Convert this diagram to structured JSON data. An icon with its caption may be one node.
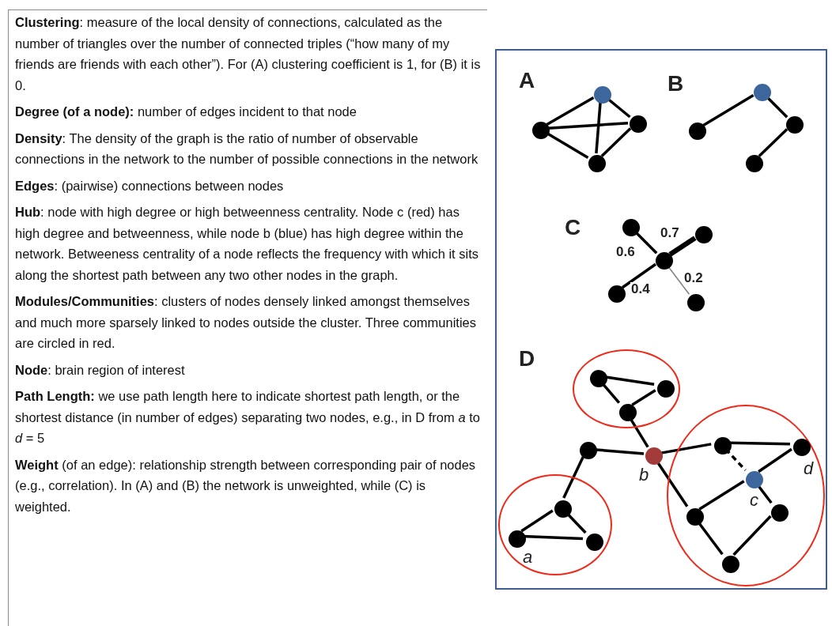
{
  "diagram": {
    "nodes": [
      {
        "text": [
          "**Clustering**: measure of the local density of connections, calculated as the number of triangles over the number of connected triples (“how many of my friends are friends with each other”). For (A) clustering coefficient is 1, for (B) it is 0.",
          "**Degree (of a node):** number of edges incident to that node",
          "**Density**: The density of the graph is the ratio of number of observable connections in the network to the number of possible connections in the network",
          "**Edges**: (pairwise) connections between nodes",
          "**Hub**: node with high degree or high betweenness centrality. Node c (red) has high degree and betweenness, while node b (blue) has high degree within the network. Betweeness centrality of a node reflects the frequency with which it sits along the shortest path between any two other nodes in the graph.",
          "**Modules/Communities**: clusters of nodes densely linked amongst themselves and much more sparsely linked to nodes outside the cluster. Three communities are circled in red.",
          "**Node**: brain region of interest",
          "**Path Length:** we use path length here to indicate shortest path length, or the shortest distance (in number of edges) separating two nodes, e.g., in D from *a* to *d* = 5",
          "**Weight** (of an edge): relationship strength between corresponding pair of nodes (e.g., correlation). In (A) and (B) the network is unweighted, while (C) is weighted."
        ]
      },
      {
        "text": [
          "A",
          "B",
          "C",
          "D"
        ]
      },
      {
        "text": [],
        "shape": "circle",
        "in": 1
      },
      {
        "text": [],
        "shape": "circle",
        "in": 1
      },
      {
        "text": [],
        "shape": "circle",
        "in": 1
      },
      {
        "text": [],
        "shape": "circle",
        "in": 1
      },
      {
        "text": [],
        "shape": "circle",
        "in": 1
      },
      {
        "text": [],
        "shape": "circle",
        "in": 1
      },
      {
        "text": [],
        "shape": "circle",
        "in": 1
      },
      {
        "text": [],
        "shape": "circle",
        "in": 1
      },
      {
        "text": [],
        "shape": "circle",
        "in": 1
      },
      {
        "text": [],
        "shape": "circle",
        "in": 1
      },
      {
        "text": [],
        "shape": "circle",
        "in": 1
      },
      {
        "text": [],
        "shape": "circle",
        "in": 1
      },
      {
        "text": [],
        "shape": "circle",
        "in": 1
      },
      {
        "text": [],
        "shape": "ellipse",
        "in": 1
      },
      {
        "text": [],
        "shape": "circle",
        "in": 15
      },
      {
        "text": [],
        "shape": "circle",
        "in": 15
      },
      {
        "text": [],
        "shape": "circle",
        "in": 15
      },
      {
        "text": [],
        "shape": "circle",
        "in": 1
      },
      {
        "text": [],
        "shape": "circle",
        "in": 1,
        "beside": [
          "b"
        ]
      },
      {
        "text": [],
        "shape": "ellipse",
        "in": 1
      },
      {
        "text": [],
        "shape": "circle",
        "in": 21
      },
      {
        "text": [],
        "shape": "circle",
        "in": 21,
        "beside": [
          "d"
        ]
      },
      {
        "text": [],
        "shape": "circle",
        "in": 21,
        "beside": [
          "c"
        ]
      },
      {
        "text": [],
        "shape": "circle",
        "in": 21
      },
      {
        "text": [],
        "shape": "circle",
        "in": 21
      },
      {
        "text": [],
        "shape": "circle",
        "in": 21
      },
      {
        "text": [],
        "shape": "ellipse",
        "in": 1
      },
      {
        "text": [],
        "shape": "circle",
        "in": 28
      },
      {
        "text": [],
        "shape": "circle",
        "in": 28,
        "beside": [
          "a"
        ]
      },
      {
        "text": [],
        "shape": "circle",
        "in": 28
      }
    ],
    "edges": [
      {
        "from": 2,
        "to": 3,
        "arrow": "none"
      },
      {
        "from": 2,
        "to": 5,
        "arrow": "none"
      },
      {
        "from": 2,
        "to": 4,
        "arrow": "none"
      },
      {
        "from": 3,
        "to": 4,
        "arrow": "none"
      },
      {
        "from": 3,
        "to": 5,
        "arrow": "none"
      },
      {
        "from": 4,
        "to": 5,
        "arrow": "none"
      },
      {
        "from": 6,
        "to": 7,
        "arrow": "none"
      },
      {
        "from": 6,
        "to": 8,
        "arrow": "none"
      },
      {
        "from": 8,
        "to": 9,
        "arrow": "none"
      },
      {
        "from": 12,
        "to": 10,
        "arrow": "none",
        "label": "0.6"
      },
      {
        "from": 12,
        "to": 11,
        "arrow": "none",
        "label": "0.7",
        "style": "thick"
      },
      {
        "from": 12,
        "to": 13,
        "arrow": "none",
        "label": "0.4"
      },
      {
        "from": 12,
        "to": 14,
        "arrow": "none",
        "label": "0.2",
        "color": "#808080"
      },
      {
        "from": 16,
        "to": 17,
        "arrow": "none"
      },
      {
        "from": 16,
        "to": 18,
        "arrow": "none"
      },
      {
        "from": 17,
        "to": 18,
        "arrow": "none"
      },
      {
        "from": 18,
        "to": 20,
        "arrow": "none"
      },
      {
        "from": 19,
        "to": 20,
        "arrow": "none"
      },
      {
        "from": 19,
        "to": 29,
        "arrow": "none"
      },
      {
        "from": 29,
        "to": 30,
        "arrow": "none"
      },
      {
        "from": 29,
        "to": 31,
        "arrow": "none"
      },
      {
        "from": 30,
        "to": 31,
        "arrow": "none"
      },
      {
        "from": 20,
        "to": 22,
        "arrow": "none"
      },
      {
        "from": 22,
        "to": 23,
        "arrow": "none"
      },
      {
        "from": 22,
        "to": 24,
        "arrow": "none",
        "style": "dashed"
      },
      {
        "from": 23,
        "to": 24,
        "arrow": "none"
      },
      {
        "from": 24,
        "to": 25,
        "arrow": "none"
      },
      {
        "from": 24,
        "to": 26,
        "arrow": "none"
      },
      {
        "from": 20,
        "to": 25,
        "arrow": "none"
      },
      {
        "from": 25,
        "to": 27,
        "arrow": "none"
      },
      {
        "from": 27,
        "to": 26,
        "arrow": "none"
      }
    ]
  }
}
